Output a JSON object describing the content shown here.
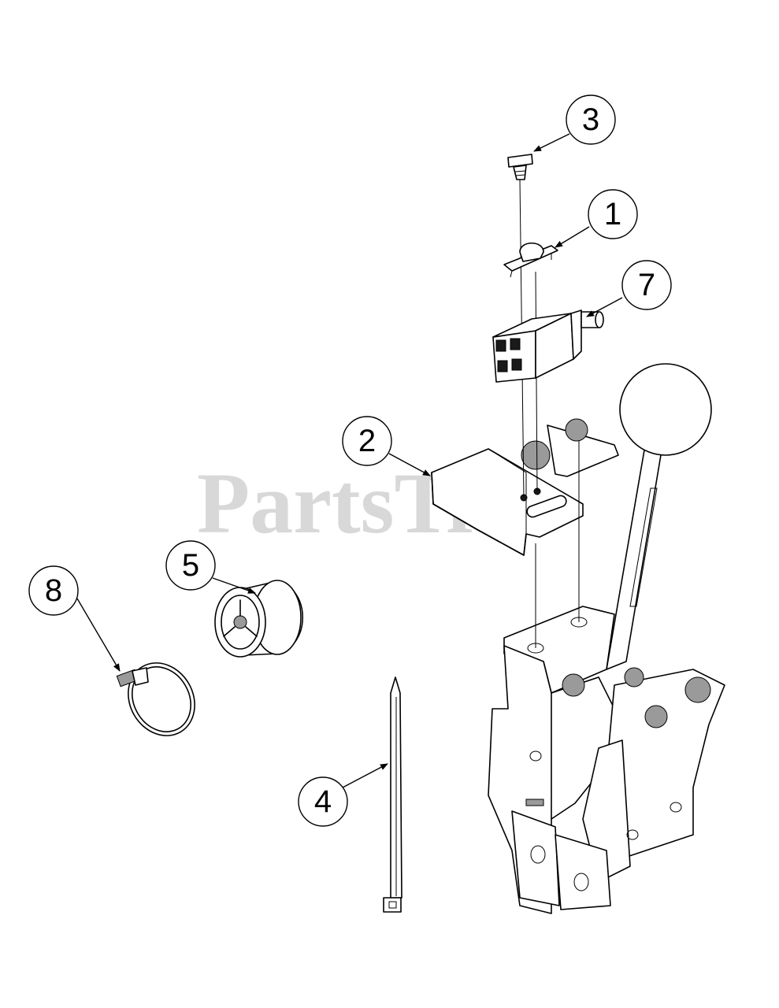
{
  "watermark": "PartsTree",
  "colors": {
    "line": "#000000",
    "background": "#ffffff",
    "watermark": "#d2d2d2"
  },
  "callouts": [
    {
      "number": "3"
    },
    {
      "number": "1"
    },
    {
      "number": "7"
    },
    {
      "number": "2"
    },
    {
      "number": "5"
    },
    {
      "number": "8"
    },
    {
      "number": "4"
    }
  ]
}
